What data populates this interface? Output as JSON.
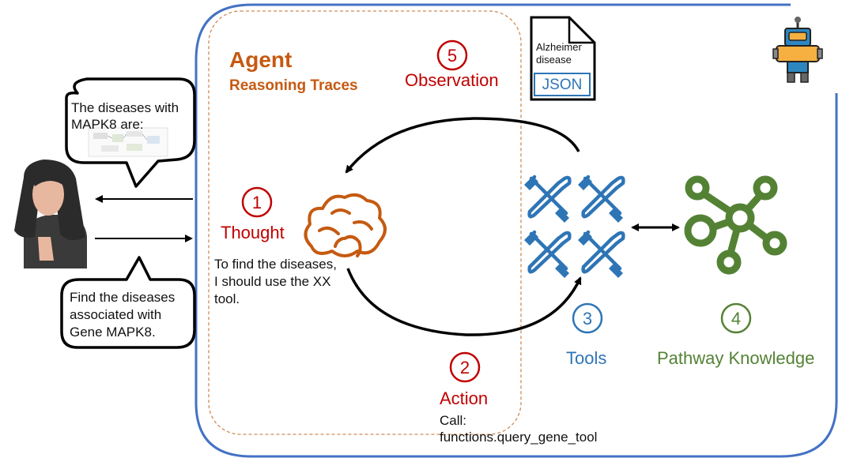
{
  "agent": {
    "title": "Agent",
    "subtitle": "Reasoning Traces"
  },
  "steps": {
    "thought": {
      "number": "1",
      "label": "Thought",
      "text": [
        "To find the diseases,",
        "I should use the XX",
        "tool."
      ]
    },
    "action": {
      "number": "2",
      "label": "Action",
      "text": [
        "Call:",
        "functions.query_gene_tool"
      ]
    },
    "tools": {
      "number": "3",
      "label": "Tools"
    },
    "pathway": {
      "number": "4",
      "label": "Pathway Knowledge"
    },
    "observation": {
      "number": "5",
      "label": "Observation"
    }
  },
  "document": {
    "lines": [
      "Alzheimer",
      "disease"
    ],
    "format": "JSON"
  },
  "user": {
    "query_bubble": [
      "Find the diseases",
      "associated with",
      "Gene MAPK8."
    ],
    "response_bubble": [
      "The diseases with",
      "MAPK8 are:"
    ]
  },
  "icons": {
    "user": "woman-avatar-icon",
    "robot": "robot-icon",
    "brain": "brain-icon",
    "tools": "wrench-screwdriver-icon",
    "network": "network-graph-icon",
    "document": "document-icon"
  },
  "colors": {
    "agent_orange": "#c55a11",
    "step_red": "#c00000",
    "tools_blue": "#2e75b6",
    "pathway_green": "#548235",
    "frame_blue": "#4472c4",
    "dashed_orange": "#d08a54"
  }
}
